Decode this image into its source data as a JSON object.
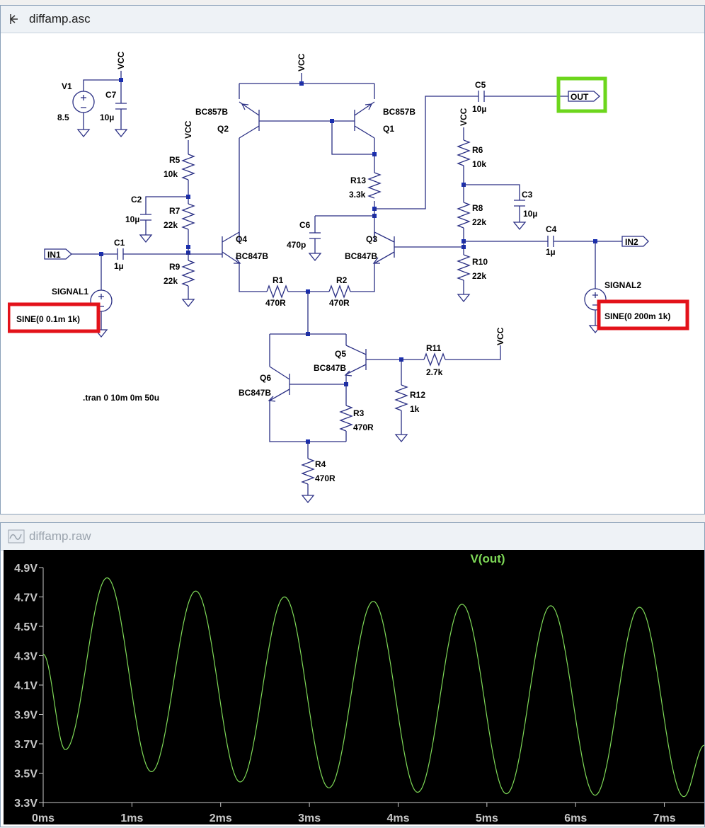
{
  "schematic_window": {
    "title": "diffamp.asc",
    "icon": "schematic-icon",
    "components": {
      "V1": {
        "name": "V1",
        "value": "8.5"
      },
      "C7": {
        "name": "C7",
        "value": "10µ"
      },
      "C5": {
        "name": "C5",
        "value": "10µ"
      },
      "C2": {
        "name": "C2",
        "value": "10µ"
      },
      "C3": {
        "name": "C3",
        "value": "10µ"
      },
      "C6": {
        "name": "C6",
        "value": "470p"
      },
      "C1": {
        "name": "C1",
        "value": "1µ"
      },
      "C4": {
        "name": "C4",
        "value": "1µ"
      },
      "R5": {
        "name": "R5",
        "value": "10k"
      },
      "R7": {
        "name": "R7",
        "value": "22k"
      },
      "R9": {
        "name": "R9",
        "value": "22k"
      },
      "R6": {
        "name": "R6",
        "value": "10k"
      },
      "R8": {
        "name": "R8",
        "value": "22k"
      },
      "R10": {
        "name": "R10",
        "value": "22k"
      },
      "R13": {
        "name": "R13",
        "value": "3.3k"
      },
      "R1": {
        "name": "R1",
        "value": "470R"
      },
      "R2": {
        "name": "R2",
        "value": "470R"
      },
      "R11": {
        "name": "R11",
        "value": "2.7k"
      },
      "R12": {
        "name": "R12",
        "value": "1k"
      },
      "R3": {
        "name": "R3",
        "value": "470R"
      },
      "R4": {
        "name": "R4",
        "value": "470R"
      },
      "Q1": {
        "name": "Q1",
        "model": "BC857B"
      },
      "Q2": {
        "name": "Q2",
        "model": "BC857B"
      },
      "Q3": {
        "name": "Q3",
        "model": "BC847B"
      },
      "Q4": {
        "name": "Q4",
        "model": "BC847B"
      },
      "Q5": {
        "name": "Q5",
        "model": "BC847B"
      },
      "Q6": {
        "name": "Q6",
        "model": "BC847B"
      }
    },
    "supply_label": "VCC",
    "ports": {
      "in1": "IN1",
      "in2": "IN2",
      "out": "OUT"
    },
    "signal1": {
      "name": "SIGNAL1",
      "value": "SINE(0 0.1m 1k)"
    },
    "signal2": {
      "name": "SIGNAL2",
      "value": "SINE(0 200m 1k)"
    },
    "directive": ".tran 0 10m 0m 50u",
    "highlight_colors": {
      "red": "#e3121a",
      "green": "#6cd61c"
    },
    "wire_color": "#2a2f84"
  },
  "plot_window": {
    "title": "diffamp.raw",
    "icon": "waveform-icon",
    "background": "#000000",
    "trace_color": "#7ed957",
    "axis_color": "#c8c8c8"
  },
  "chart_data": {
    "type": "line",
    "title": "V(out)",
    "xlabel": "",
    "ylabel": "",
    "x_ticks": [
      "0ms",
      "1ms",
      "2ms",
      "3ms",
      "4ms",
      "5ms",
      "6ms",
      "7ms"
    ],
    "y_ticks": [
      "4.9V",
      "4.7V",
      "4.5V",
      "4.3V",
      "4.1V",
      "3.9V",
      "3.7V",
      "3.5V",
      "3.3V"
    ],
    "xlim": [
      0,
      7.45
    ],
    "ylim": [
      3.3,
      4.9
    ],
    "grid": false,
    "series": [
      {
        "name": "V(out)",
        "x": [
          0,
          0.25,
          0.72,
          1.22,
          1.72,
          2.22,
          2.72,
          3.22,
          3.72,
          4.22,
          4.72,
          5.22,
          5.72,
          6.22,
          6.72,
          7.22,
          7.45
        ],
        "values": [
          4.31,
          3.66,
          4.83,
          3.51,
          4.74,
          3.44,
          4.7,
          3.4,
          4.67,
          3.37,
          4.65,
          3.36,
          4.64,
          3.35,
          4.63,
          3.34,
          3.69
        ]
      }
    ]
  }
}
